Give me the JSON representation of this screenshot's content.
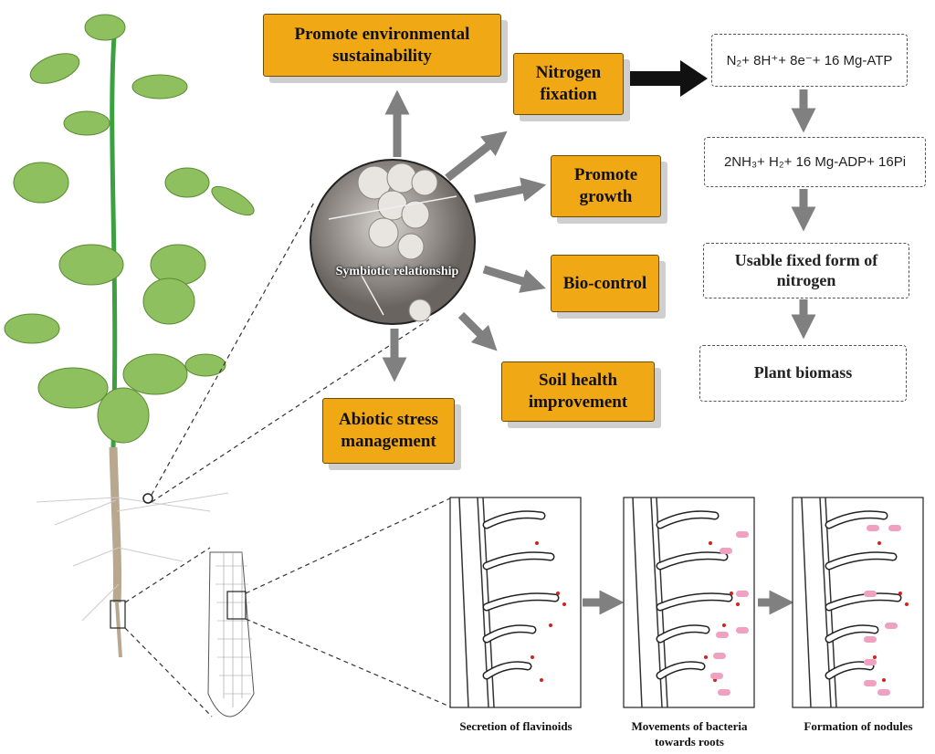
{
  "benefits": {
    "sustainability": "Promote environmental sustainability",
    "nitrogen_fixation": "Nitrogen fixation",
    "growth": "Promote growth",
    "biocontrol": "Bio-control",
    "soil_health": "Soil health improvement",
    "abiotic": "Abiotic stress management"
  },
  "center_label": "Symbiotic relationship",
  "pathway": {
    "step1": "N₂+ 8H⁺+ 8e⁻+ 16 Mg-ATP",
    "step2": "2NH₃+ H₂+ 16 Mg-ADP+ 16Pi",
    "step3": "Usable fixed form of nitrogen",
    "step4": "Plant biomass"
  },
  "stages": [
    {
      "caption": "Secretion of flavinoids"
    },
    {
      "caption": "Movements of bacteria towards roots"
    },
    {
      "caption": "Formation of nodules"
    }
  ],
  "colors": {
    "box": "#f0a814",
    "arrow": "#808080",
    "signal": "#d42020",
    "bacteria": "#f0a0c0",
    "leaf": "#8fc060"
  }
}
